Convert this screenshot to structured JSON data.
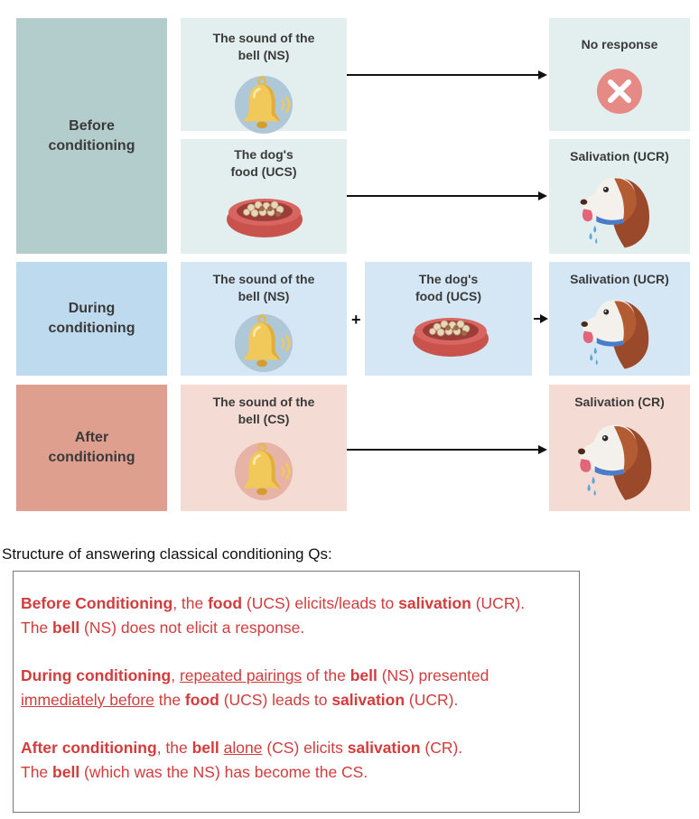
{
  "rows": {
    "before": {
      "label": "Before conditioning"
    },
    "during": {
      "label": "During conditioning"
    },
    "after": {
      "label": "After conditioning"
    }
  },
  "boxes": {
    "bell_ns_1": "The sound of the bell (NS)",
    "food_ucs_1": "The dog's food (UCS)",
    "no_response": "No response",
    "salivation_ucr_1": "Salivation (UCR)",
    "bell_ns_2": "The sound of the bell (NS)",
    "food_ucs_2": "The dog's food (UCS)",
    "salivation_ucr_2": "Salivation (UCR)",
    "bell_cs": "The sound of the bell (CS)",
    "salivation_cr": "Salivation (CR)"
  },
  "symbols": {
    "plus": "+"
  },
  "colors": {
    "before_label": "#b3cdcc",
    "before_box": "#e3eeee",
    "during_label": "#bedaee",
    "during_box": "#d5e7f5",
    "after_label": "#df9f8f",
    "after_box": "#f4dcd4",
    "answer_text": "#d23c3c"
  },
  "caption": "Structure of answering classical conditioning Qs:",
  "answer": {
    "p1": {
      "a": "Before Conditioning",
      "b": ", the ",
      "c": "food",
      "d": " (UCS) elicits/leads to ",
      "e": "salivation",
      "f": " (UCR).",
      "g": "The ",
      "h": "bell",
      "i": " (NS) does not elicit a response."
    },
    "p2": {
      "a": "During conditioning",
      "b": ", ",
      "c": "repeated pairings",
      "d": " of the ",
      "e": "bell",
      "f": " (NS) presented",
      "g": "immediately before",
      "h": " the ",
      "i": "food",
      "j": " (UCS) leads to ",
      "k": "salivation",
      "l": " (UCR)."
    },
    "p3": {
      "a": "After conditioning",
      "b": ", the ",
      "c": "bell",
      "d": " ",
      "e": "alone",
      "f": " (CS) elicits ",
      "g": "salivation",
      "h": " (CR).",
      "i": "The ",
      "j": "bell",
      "k": " (which was the NS) has become the CS."
    }
  },
  "icons": [
    "bell-icon",
    "food-bowl-icon",
    "no-response-x-icon",
    "salivating-dog-icon",
    "arrow-right-icon",
    "plus-icon"
  ]
}
